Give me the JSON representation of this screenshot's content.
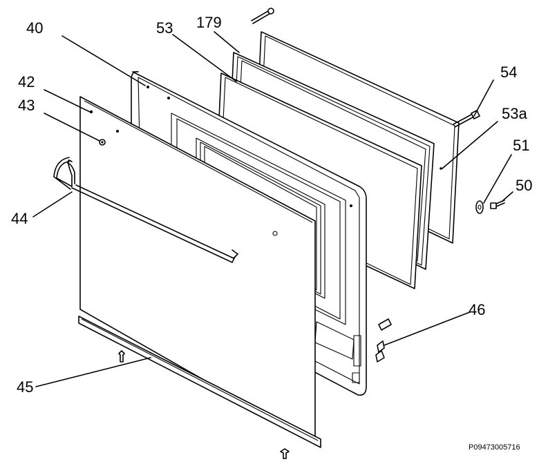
{
  "labels": {
    "l40": "40",
    "l53": "53",
    "l179": "179",
    "l54": "54",
    "l53a": "53a",
    "l51": "51",
    "l50": "50",
    "l42": "42",
    "l43": "43",
    "l44": "44",
    "l46": "46",
    "l45": "45"
  },
  "reference_code": "P09473005716"
}
